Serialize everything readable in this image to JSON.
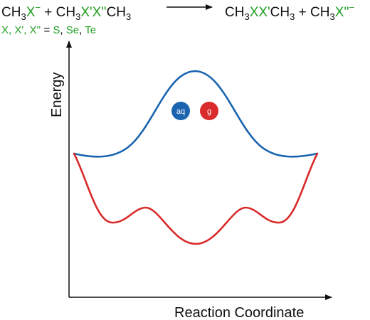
{
  "equation": {
    "reactant1": {
      "prefix": "CH",
      "sub": "3",
      "x": "X",
      "charge": "−"
    },
    "plus1": " + ",
    "reactant2": {
      "prefix": "CH",
      "sub1": "3",
      "x": "X'",
      "x2": "X''",
      "suffix": "CH",
      "sub2": "3"
    },
    "product1": {
      "prefix": "CH",
      "sub1": "3",
      "x": "XX'",
      "suffix": "CH",
      "sub2": "3"
    },
    "plus2": " + ",
    "product2": {
      "prefix": "CH",
      "sub": "3",
      "x": "X''",
      "charge": "−"
    }
  },
  "substitution": {
    "lhs": "X, X', X''",
    "eq": " = ",
    "values": [
      "S",
      "Se",
      "Te"
    ],
    "sep": ", "
  },
  "axes": {
    "ylabel": "Energy",
    "xlabel": "Reaction Coordinate"
  },
  "legend": [
    {
      "label": "aq",
      "color": "#1a64b0"
    },
    {
      "label": "g",
      "color": "#d92b2b"
    }
  ],
  "curves": [
    {
      "name": "aq",
      "color": "#1a64b0",
      "shape": "single barrier"
    },
    {
      "name": "g",
      "color": "#d92b2b",
      "shape": "triple well"
    }
  ],
  "colors": {
    "text": "#111111",
    "highlight": "#22a022",
    "axis": "#111111"
  }
}
